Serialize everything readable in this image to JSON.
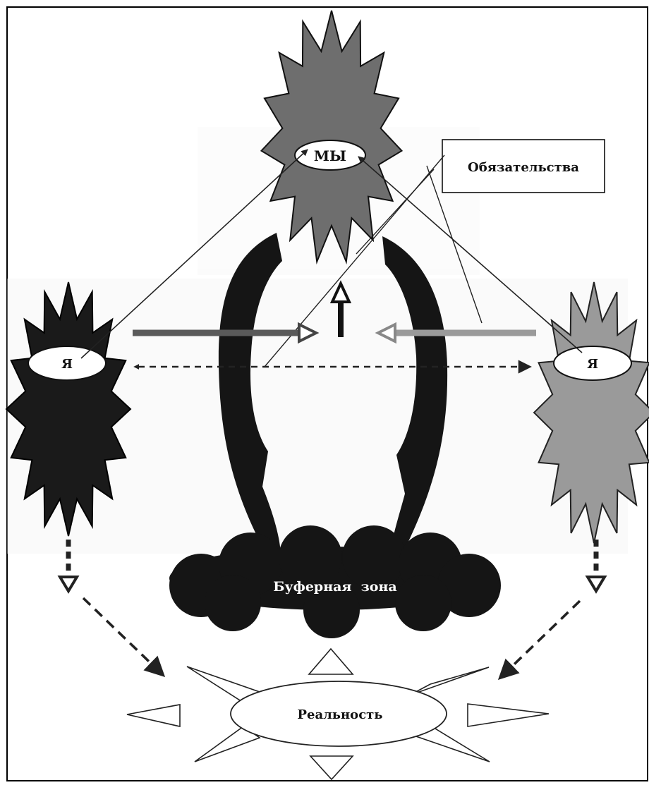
{
  "labels": {
    "we": "МЫ",
    "commitments": "Обязательства",
    "self_left": "Я",
    "self_right": "Я",
    "buffer_zone": "Буферная  зона",
    "reality": "Реальность"
  },
  "colors": {
    "we_star": "#6e6e6e",
    "left_star": "#1a1a1a",
    "right_star": "#9a9a9a",
    "buffer": "#151515",
    "line": "#222222"
  }
}
